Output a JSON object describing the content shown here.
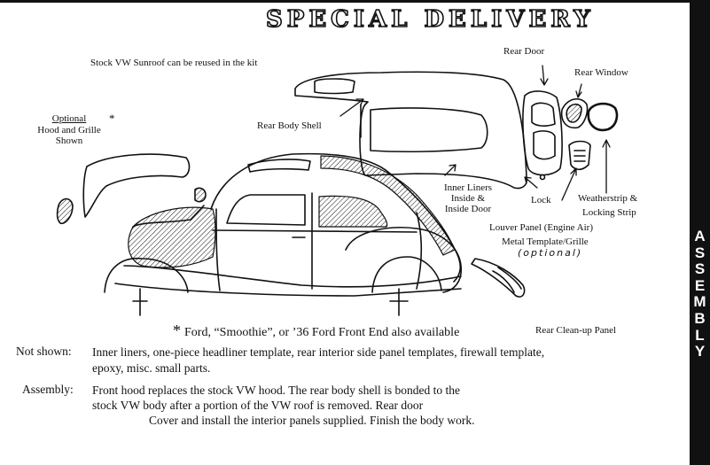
{
  "header": {
    "title": "SPECIAL DELIVERY"
  },
  "sidebar": {
    "letters": [
      "A",
      "S",
      "S",
      "E",
      "M",
      "B",
      "L",
      "Y"
    ]
  },
  "labels": {
    "sunroof": "Stock VW Sunroof can be reused in the kit",
    "optional_line1": "Optional",
    "optional_line2": "Hood and Grille",
    "optional_line3": "Shown",
    "optional_star": "*",
    "rear_body_shell": "Rear Body Shell",
    "rear_door": "Rear Door",
    "rear_window": "Rear Window",
    "inner_liners_1": "Inner Liners",
    "inner_liners_2": "Inside &",
    "inner_liners_3": "Inside Door",
    "lock": "Lock",
    "weatherstrip_1": "Weatherstrip &",
    "weatherstrip_2": "Locking Strip",
    "louver_panel": "Louver Panel (Engine Air)",
    "metal_template": "Metal Template/Grille",
    "optional_handwritten": "(optional)",
    "rear_cleanup": "Rear Clean-up Panel"
  },
  "footnote": {
    "star": "*",
    "text": "Ford, “Smoothie”, or ’36 Ford Front End also available"
  },
  "not_shown": {
    "label": "Not shown:",
    "text": "Inner liners, one-piece headliner template, rear interior side panel templates, firewall template, epoxy, misc. small parts."
  },
  "assembly": {
    "label": "Assembly:",
    "line1": "Front hood replaces the stock VW hood. The rear body shell is bonded to the",
    "line2": "stock VW body after a portion of the VW roof is removed. Rear door",
    "line3": "Cover and install the interior panels supplied. Finish the body work."
  }
}
